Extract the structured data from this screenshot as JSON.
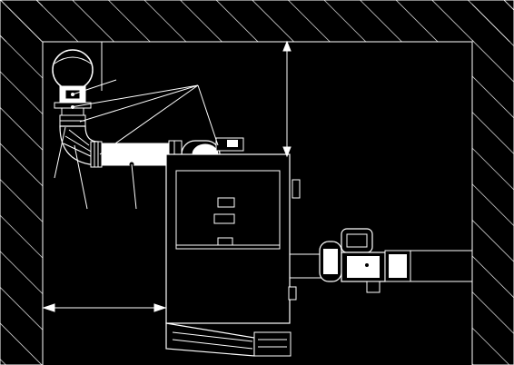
{
  "drawing": {
    "colors": {
      "background": "#000000",
      "line": "#ffffff",
      "fill_light": "#ffffff",
      "fill_dark": "#000000"
    },
    "components": [
      {
        "id": "wall-hatching",
        "kind": "hatched-wall"
      },
      {
        "id": "room-outline",
        "kind": "room-interior"
      },
      {
        "id": "chimney-flue",
        "kind": "round-flue"
      },
      {
        "id": "flue-pipe",
        "kind": "horizontal-duct"
      },
      {
        "id": "boiler-body",
        "kind": "boiler"
      },
      {
        "id": "burner-unit",
        "kind": "burner"
      },
      {
        "id": "fuel-feed",
        "kind": "feed-pipe"
      }
    ],
    "dimension_arrows": [
      "vertical-clearance",
      "horizontal-clearance"
    ],
    "leader_lines": 6
  }
}
